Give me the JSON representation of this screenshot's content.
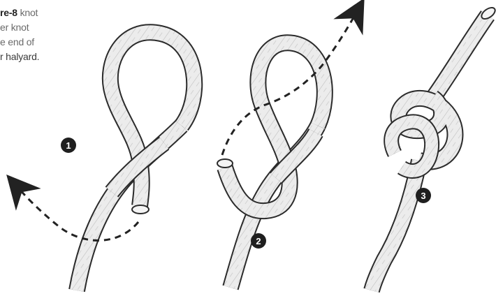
{
  "caption": {
    "line1_bold": "re-8",
    "line1_rest": " knot",
    "line2": "er knot",
    "line3": "e end of",
    "line4": "r halyard."
  },
  "steps": [
    {
      "number": "1"
    },
    {
      "number": "2"
    },
    {
      "number": "3"
    }
  ],
  "colors": {
    "rope_fill": "#ececec",
    "rope_outline": "#2b2b2b",
    "rope_texture": "#8a8a8a",
    "arrow": "#222222",
    "marker_fill": "#1f1f1f",
    "marker_text": "#ffffff"
  },
  "icons": [
    "rope-step-1",
    "rope-step-2",
    "rope-step-3",
    "dashed-arrow"
  ]
}
